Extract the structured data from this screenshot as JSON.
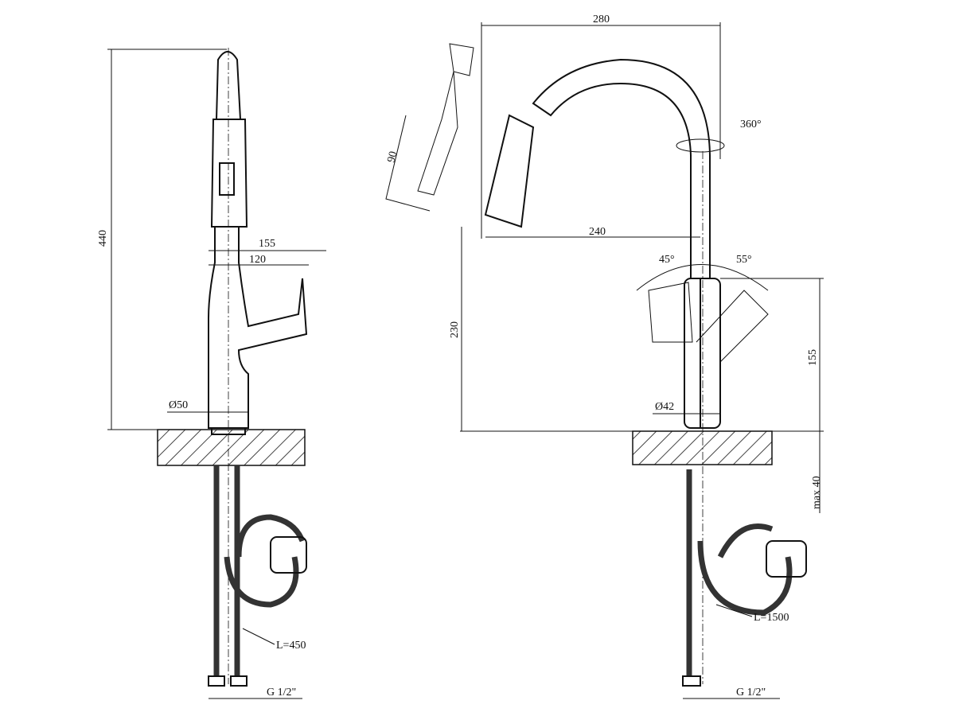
{
  "left_view": {
    "height": "440",
    "reach": "155",
    "handle_reach": "120",
    "base_diameter": "Ø50",
    "hose_length": "L=450",
    "thread": "G 1/2\""
  },
  "right_view": {
    "width": "280",
    "rotation": "360°",
    "pullout_angle": "90",
    "spout_reach": "240",
    "spout_height": "230",
    "handle_left": "45°",
    "handle_right": "55°",
    "handle_height": "155",
    "base_diameter": "Ø42",
    "max_counter": "max 40",
    "hose_length": "L=1500",
    "thread": "G 1/2\""
  }
}
